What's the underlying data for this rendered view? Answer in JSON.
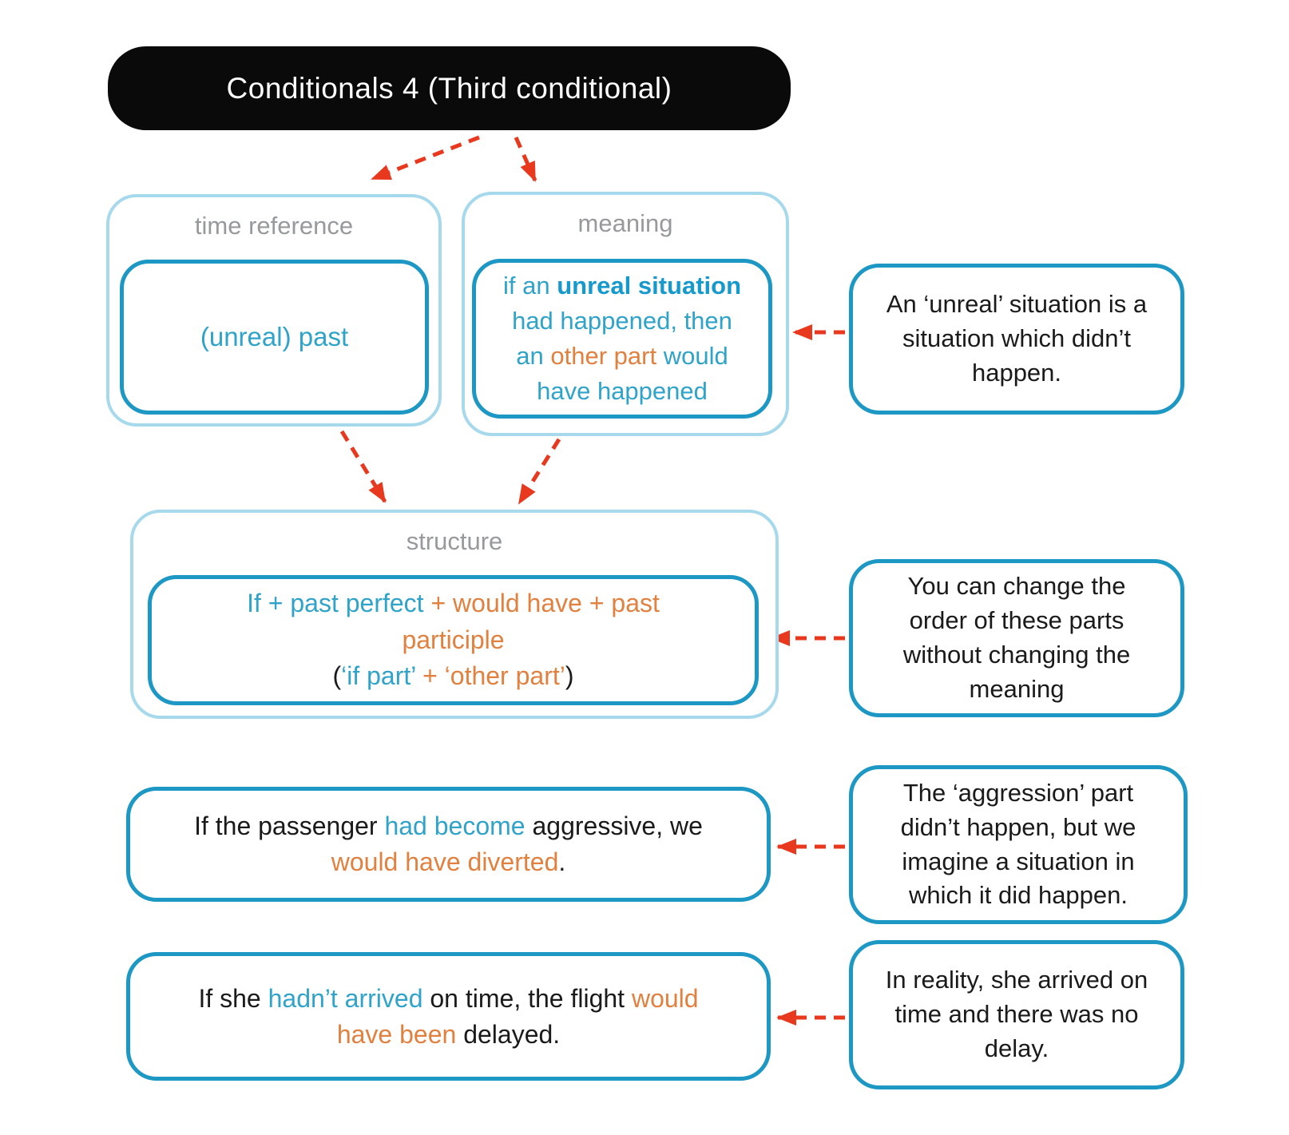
{
  "title": {
    "text": "Conditionals 4 (Third conditional)"
  },
  "colors": {
    "title_bg": "#0a0a0a",
    "title_fg": "#ffffff",
    "border_light": "#a6d9ec",
    "border_strong": "#1d97c4",
    "blue": "#2fa3c9",
    "bluebold": "#1699cc",
    "orange": "#e2813f",
    "gray": "#97999c",
    "black": "#1a1a1a",
    "red": "#e8391f"
  },
  "time_reference": {
    "label": "time reference",
    "value": "(unreal) past"
  },
  "meaning": {
    "label": "meaning",
    "segments": [
      {
        "t": "if an ",
        "c": "blue"
      },
      {
        "t": "unreal situation",
        "c": "bluebold"
      },
      {
        "br": true
      },
      {
        "t": "had happened, then",
        "c": "blue"
      },
      {
        "br": true
      },
      {
        "t": "an ",
        "c": "blue"
      },
      {
        "t": "other part",
        "c": "orange"
      },
      {
        "t": " would",
        "c": "blue"
      },
      {
        "br": true
      },
      {
        "t": "have happened",
        "c": "blue"
      }
    ]
  },
  "structure": {
    "label": "structure",
    "segments": [
      {
        "t": "If + past perfect ",
        "c": "blue"
      },
      {
        "t": "+ would have + past",
        "c": "orange"
      },
      {
        "br": true
      },
      {
        "t": "participle",
        "c": "orange"
      },
      {
        "br": true
      },
      {
        "t": "(",
        "c": "black"
      },
      {
        "t": "‘if part’",
        "c": "blue"
      },
      {
        "t": " + ",
        "c": "orange"
      },
      {
        "t": "‘other part’",
        "c": "orange"
      },
      {
        "t": ")",
        "c": "black"
      }
    ]
  },
  "examples": [
    {
      "segments": [
        {
          "t": "If the passenger ",
          "c": "black"
        },
        {
          "t": "had become",
          "c": "blue"
        },
        {
          "t": " aggressive, we",
          "c": "black"
        },
        {
          "br": true
        },
        {
          "t": "would have diverted",
          "c": "orange"
        },
        {
          "t": ".",
          "c": "black"
        }
      ]
    },
    {
      "segments": [
        {
          "t": "If she ",
          "c": "black"
        },
        {
          "t": "hadn’t arrived",
          "c": "blue"
        },
        {
          "t": " on time, the flight ",
          "c": "black"
        },
        {
          "t": "would",
          "c": "orange"
        },
        {
          "br": true
        },
        {
          "t": "have been",
          "c": "orange"
        },
        {
          "t": " delayed.",
          "c": "black"
        }
      ]
    }
  ],
  "notes": [
    {
      "text": "An ‘unreal’ situation is a situation which didn’t happen."
    },
    {
      "text": "You can change the order of these parts without changing the meaning"
    },
    {
      "text": "The ‘aggression’ part didn’t happen, but we imagine a situation in which it did happen."
    },
    {
      "text": "In reality, she arrived on time and there was no delay."
    }
  ]
}
